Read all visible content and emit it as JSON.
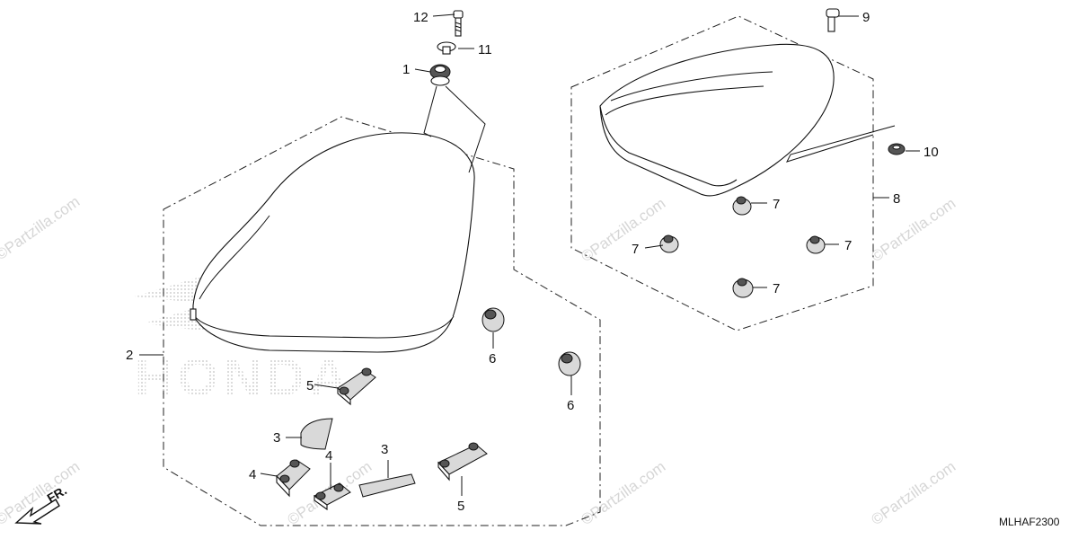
{
  "diagram_code": "MLHAF2300",
  "direction_label": "FR.",
  "watermark_text": "©Partzilla.com",
  "brand_watermark": "HONDA",
  "callouts": {
    "c1": "1",
    "c2": "2",
    "c3a": "3",
    "c3b": "3",
    "c4a": "4",
    "c4b": "4",
    "c5a": "5",
    "c5b": "5",
    "c6a": "6",
    "c6b": "6",
    "c7a": "7",
    "c7b": "7",
    "c7c": "7",
    "c7d": "7",
    "c8": "8",
    "c9": "9",
    "c10": "10",
    "c11": "11",
    "c12": "12"
  },
  "colors": {
    "line": "#111111",
    "watermark": "#d6d6d6",
    "background": "#ffffff"
  }
}
